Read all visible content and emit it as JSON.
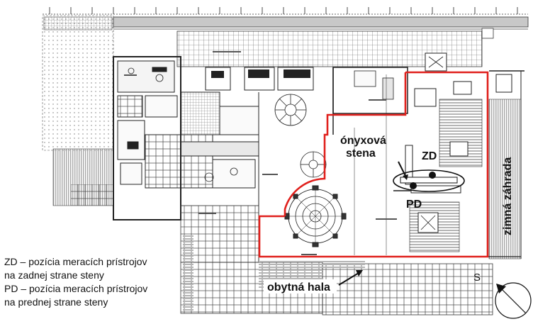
{
  "labels": {
    "onyx_wall": [
      "ónyxová",
      "stena"
    ],
    "zd": "ZD",
    "pd": "PD",
    "winter_garden": "zimná záhrada",
    "living_hall": "obytná hala",
    "north": "S"
  },
  "legend": {
    "zd_line1": "ZD – pozícia meracích prístrojov",
    "zd_line2": "na zadnej strane steny",
    "pd_line1": "PD – pozícia meracích prístrojov",
    "pd_line2": "na prednej strane steny"
  },
  "colors": {
    "highlight": "#e0201c",
    "line": "#333333",
    "grid": "#555555",
    "hatch": "#9a9a9a"
  }
}
